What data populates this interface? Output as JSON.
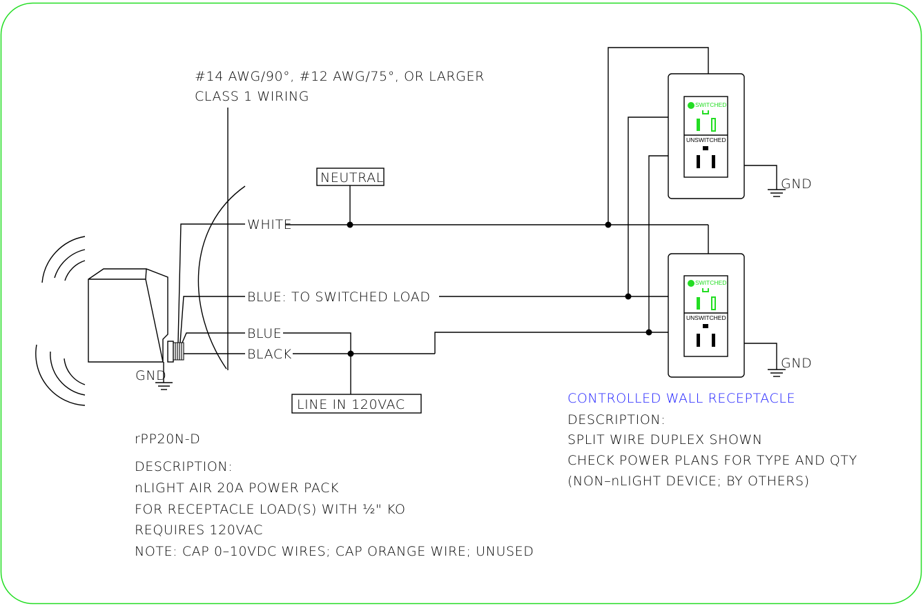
{
  "wiring_note": {
    "line1": "#14 AWG/90°, #12 AWG/75°, OR LARGER",
    "line2": "CLASS 1 WIRING"
  },
  "labels": {
    "neutral": "NEUTRAL",
    "white": "WHITE",
    "blue_switched": "BLUE: TO SWITCHED LOAD",
    "blue": "BLUE",
    "black": "BLACK",
    "line_in": "LINE IN 120VAC",
    "gnd": "GND"
  },
  "receptacle": {
    "switched_label": "SWITCHED",
    "unswitched_label": "UNSWITCHED"
  },
  "power_pack": {
    "model": "rPP20N-D",
    "description_header": "DESCRIPTION:",
    "lines": [
      "nLIGHT AIR 20A POWER PACK",
      "FOR RECEPTACLE LOAD(S) WITH ½\" KO",
      "REQUIRES 120VAC",
      "NOTE: CAP 0–10VDC WIRES; CAP ORANGE WIRE; UNUSED"
    ]
  },
  "controlled_receptacle": {
    "title": "CONTROLLED WALL RECEPTACLE",
    "description_header": "DESCRIPTION:",
    "lines": [
      "SPLIT WIRE DUPLEX SHOWN",
      "CHECK POWER PLANS FOR TYPE AND QTY",
      "(NON–nLIGHT DEVICE; BY OTHERS)"
    ]
  },
  "colors": {
    "border": "#22dd22",
    "switched": "#22dd22",
    "title_blue": "#1a1aff",
    "line": "#000000"
  }
}
